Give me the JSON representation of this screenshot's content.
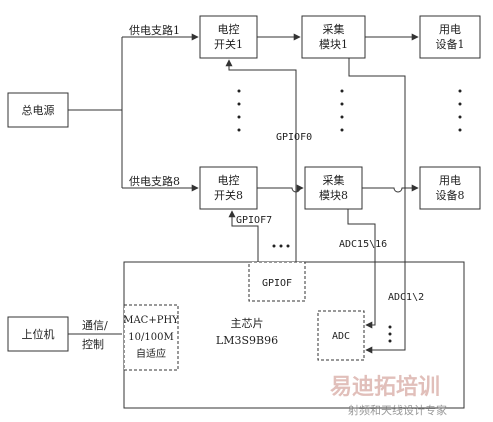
{
  "diagram": {
    "main_power": "总电源",
    "branch_top": "供电支路1",
    "branch_bottom": "供电支路8",
    "switch_top": [
      "电控",
      "开关1"
    ],
    "switch_bottom": [
      "电控",
      "开关8"
    ],
    "collect_top": [
      "采集",
      "模块1"
    ],
    "collect_bottom": [
      "采集",
      "模块8"
    ],
    "device_top": [
      "用电",
      "设备1"
    ],
    "device_bottom": [
      "用电",
      "设备8"
    ],
    "gpiof0": "GPIOF0",
    "gpiof7": "GPIOF7",
    "gpiof": "GPIOF",
    "adc_bus_upper": "ADC15\\16",
    "adc_bus_lower": "ADC1\\2",
    "adc": "ADC",
    "chip": [
      "主芯片",
      "LM3S9B96"
    ],
    "host": "上位机",
    "comm": [
      "通信/",
      "控制"
    ],
    "mac": [
      "MAC+PHY",
      "10/100M",
      "自适应"
    ]
  },
  "watermark": {
    "logo_text": "易迪拓培训",
    "tagline": "射频和天线设计专家"
  }
}
